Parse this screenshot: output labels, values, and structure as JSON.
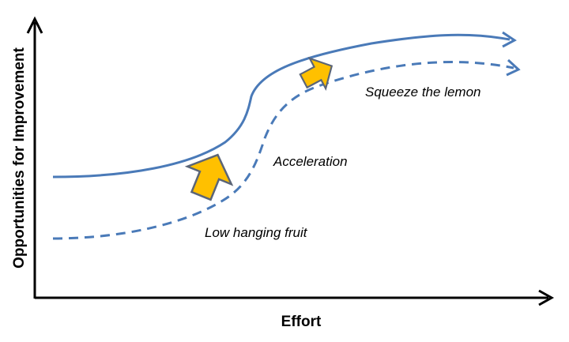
{
  "diagram": {
    "y_axis_label": "Opportunities for Improvement",
    "x_axis_label": "Effort",
    "annotations": {
      "low_hanging_fruit": "Low hanging fruit",
      "acceleration": "Acceleration",
      "squeeze_the_lemon": "Squeeze the lemon"
    },
    "colors": {
      "curve": "#4a7ab8",
      "arrow_fill": "#ffc000",
      "arrow_stroke": "#5b6577",
      "axis": "#000000"
    },
    "curves": [
      {
        "name": "upper-curve",
        "style": "solid"
      },
      {
        "name": "lower-curve",
        "style": "dashed"
      }
    ],
    "arrows": [
      {
        "name": "acceleration-arrow",
        "icon": "up-arrow-icon"
      },
      {
        "name": "squeeze-arrow",
        "icon": "up-arrow-icon"
      }
    ]
  }
}
